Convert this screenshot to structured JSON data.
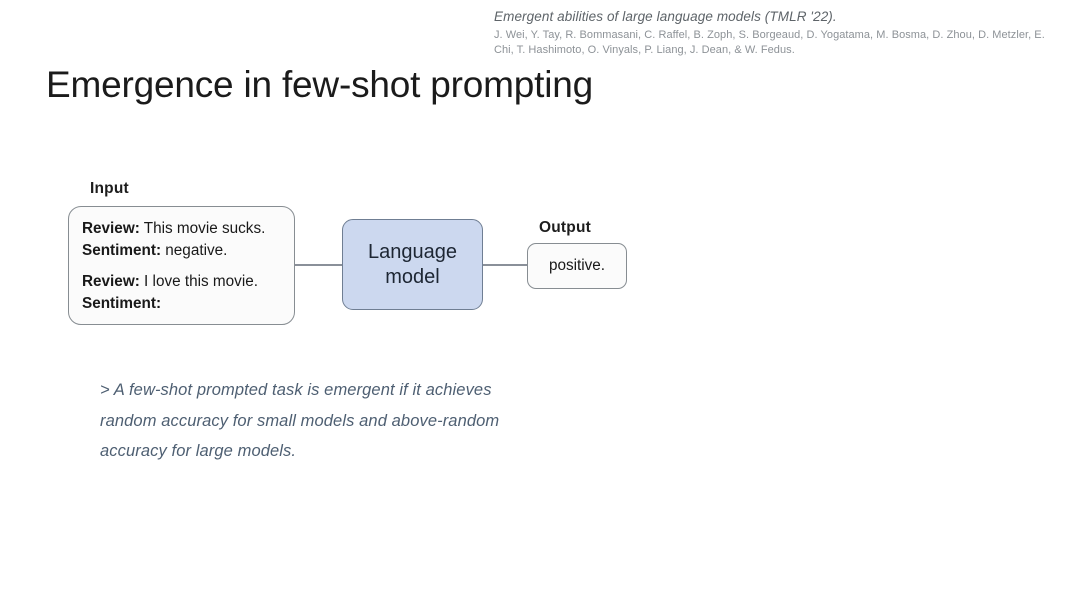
{
  "citation": {
    "title": "Emergent abilities of large language models (TMLR '22).",
    "authors": "J. Wei, Y. Tay, R. Bommasani, C. Raffel, B. Zoph, S. Borgeaud, D. Yogatama, M. Bosma, D. Zhou, D. Metzler, E. Chi, T. Hashimoto, O. Vinyals, P. Liang, J. Dean, & W. Fedus."
  },
  "slide": {
    "title": "Emergence in few-shot prompting"
  },
  "diagram": {
    "input_label": "Input",
    "output_label": "Output",
    "prompt": {
      "line1_bold": "Review:",
      "line1_rest": " This movie sucks.",
      "line2_bold": "Sentiment:",
      "line2_rest": " negative.",
      "line3_bold": "Review:",
      "line3_rest": " I love this movie.",
      "line4_bold": "Sentiment:",
      "line4_rest": ""
    },
    "model": {
      "line1": "Language",
      "line2": "model",
      "fill_color": "#ccd8ef",
      "border_color": "#6f7e93"
    },
    "output": {
      "text": "positive."
    }
  },
  "definition": {
    "text": "> A few-shot prompted task is emergent if it achieves random accuracy for small models and above-random accuracy for large models.",
    "color": "#4e5f72"
  }
}
